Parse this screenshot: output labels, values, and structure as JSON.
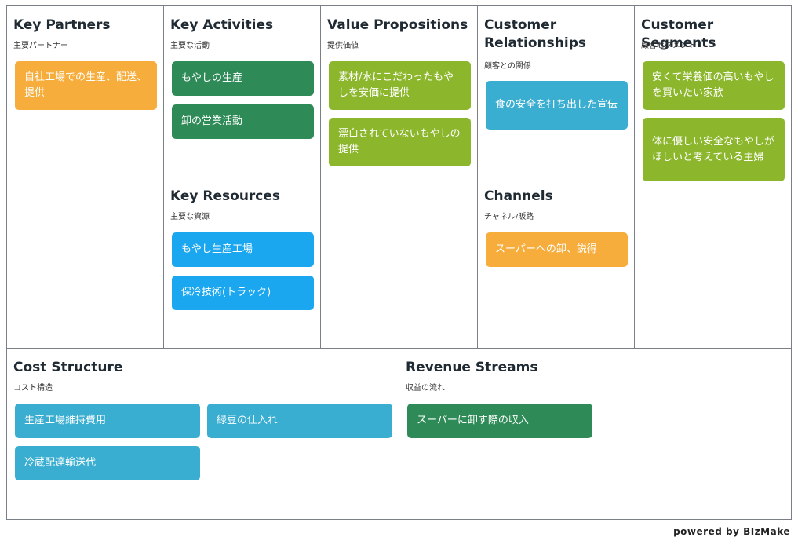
{
  "sections": {
    "key_partners": {
      "title": "Key Partners",
      "subtitle": "主要パートナー",
      "cards": [
        "自社工場での生産、配送、提供"
      ]
    },
    "key_activities": {
      "title": "Key Activities",
      "subtitle": "主要な活動",
      "cards": [
        "もやしの生産",
        "卸の営業活動"
      ]
    },
    "key_resources": {
      "title": "Key Resources",
      "subtitle": "主要な資源",
      "cards": [
        "もやし生産工場",
        "保冷技術(トラック)"
      ]
    },
    "value_propositions": {
      "title": "Value Propositions",
      "subtitle": "提供価値",
      "cards": [
        "素材/水にこだわったもやしを安価に提供",
        "漂白されていないもやしの提供"
      ]
    },
    "customer_relationships": {
      "title": "Customer Relationships",
      "subtitle": "顧客との関係",
      "cards": [
        "食の安全を打ち出した宣伝"
      ]
    },
    "channels": {
      "title": "Channels",
      "subtitle": "チャネル/販路",
      "cards": [
        "スーパーへの卸、説得"
      ]
    },
    "customer_segments": {
      "title": "Customer Segments",
      "subtitle": "顧客セグメント",
      "cards": [
        "安くて栄養価の高いもやしを買いたい家族",
        "体に優しい安全なもやしがほしいと考えている主婦"
      ]
    },
    "cost_structure": {
      "title": "Cost Structure",
      "subtitle": "コスト構造",
      "cards": [
        "生産工場維持費用",
        "緑豆の仕入れ",
        "冷蔵配達輸送代"
      ]
    },
    "revenue_streams": {
      "title": "Revenue Streams",
      "subtitle": "収益の流れ",
      "cards": [
        "スーパーに卸す際の収入"
      ]
    }
  },
  "footer": {
    "powered_by": "powered by BIzMake"
  },
  "colors": {
    "orange": "#f6ad3c",
    "green": "#2e8b57",
    "lime": "#8cb62c",
    "teal": "#3aaed0",
    "blue": "#1aa7ef",
    "border": "#7a8088"
  }
}
